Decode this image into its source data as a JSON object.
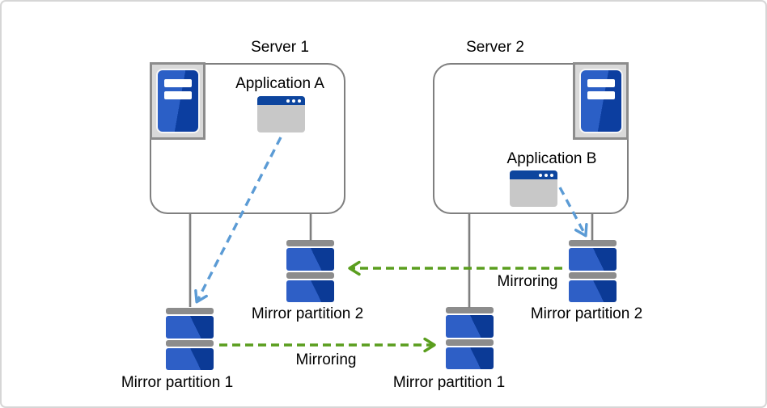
{
  "colors": {
    "partition_blue_light": "#2e5fc6",
    "partition_blue_dark": "#0b3a96",
    "titlebar_blue": "#0d459e",
    "access_arrow_blue": "#5b9bd5",
    "mirroring_arrow_green": "#5a9e1e",
    "connector_gray": "#7f7f7f",
    "icon_gray": "#8c8c8c"
  },
  "diagram": {
    "server1": {
      "title": "Server 1",
      "application": "Application A"
    },
    "server2": {
      "title": "Server 2",
      "application": "Application B"
    },
    "partitions": {
      "server1_data": "Mirror partition 1",
      "server1_mirror": "Mirror partition 2",
      "server2_data": "Mirror partition 1",
      "server2_mirror": "Mirror partition 2"
    },
    "mirroring_top": {
      "label": "Mirroring"
    },
    "mirroring_bottom": {
      "label": "Mirroring"
    }
  }
}
